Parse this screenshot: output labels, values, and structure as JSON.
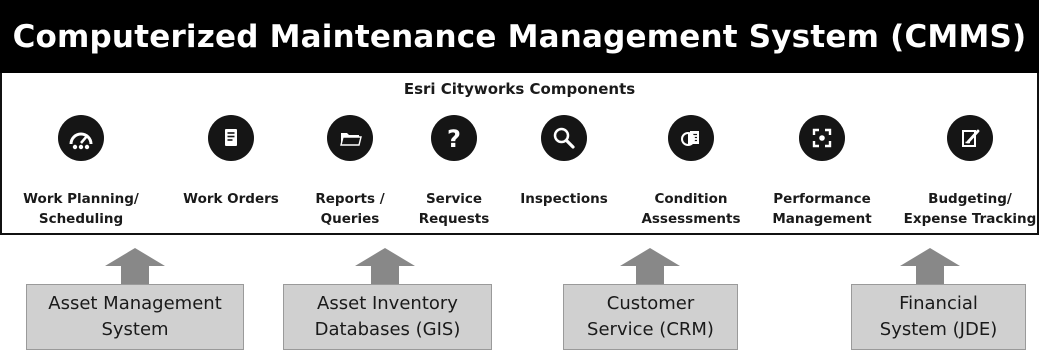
{
  "title": "Computerized Maintenance Management System (CMMS)",
  "subtitle": "Esri Cityworks Components",
  "components": [
    {
      "label": "Work Planning/\nScheduling",
      "icon": "gauge-icon"
    },
    {
      "label": "Work Orders",
      "icon": "document-icon"
    },
    {
      "label": "Reports /\nQueries",
      "icon": "folder-icon"
    },
    {
      "label": "Service\nRequests",
      "icon": "question-icon"
    },
    {
      "label": "Inspections",
      "icon": "magnifier-icon"
    },
    {
      "label": "Condition\nAssessments",
      "icon": "assessment-icon"
    },
    {
      "label": "Performance\nManagement",
      "icon": "target-icon"
    },
    {
      "label": "Budgeting/\nExpense Tracking",
      "icon": "edit-document-icon"
    }
  ],
  "sources": [
    {
      "label": "Asset Management\nSystem"
    },
    {
      "label": "Asset Inventory\nDatabases (GIS)"
    },
    {
      "label": "Customer\nService (CRM)"
    },
    {
      "label": "Financial\nSystem (JDE)"
    }
  ],
  "colors": {
    "header_bg": "#000000",
    "icon_bg": "#151515",
    "arrow": "#888888",
    "box_bg": "#d0d0d0"
  }
}
